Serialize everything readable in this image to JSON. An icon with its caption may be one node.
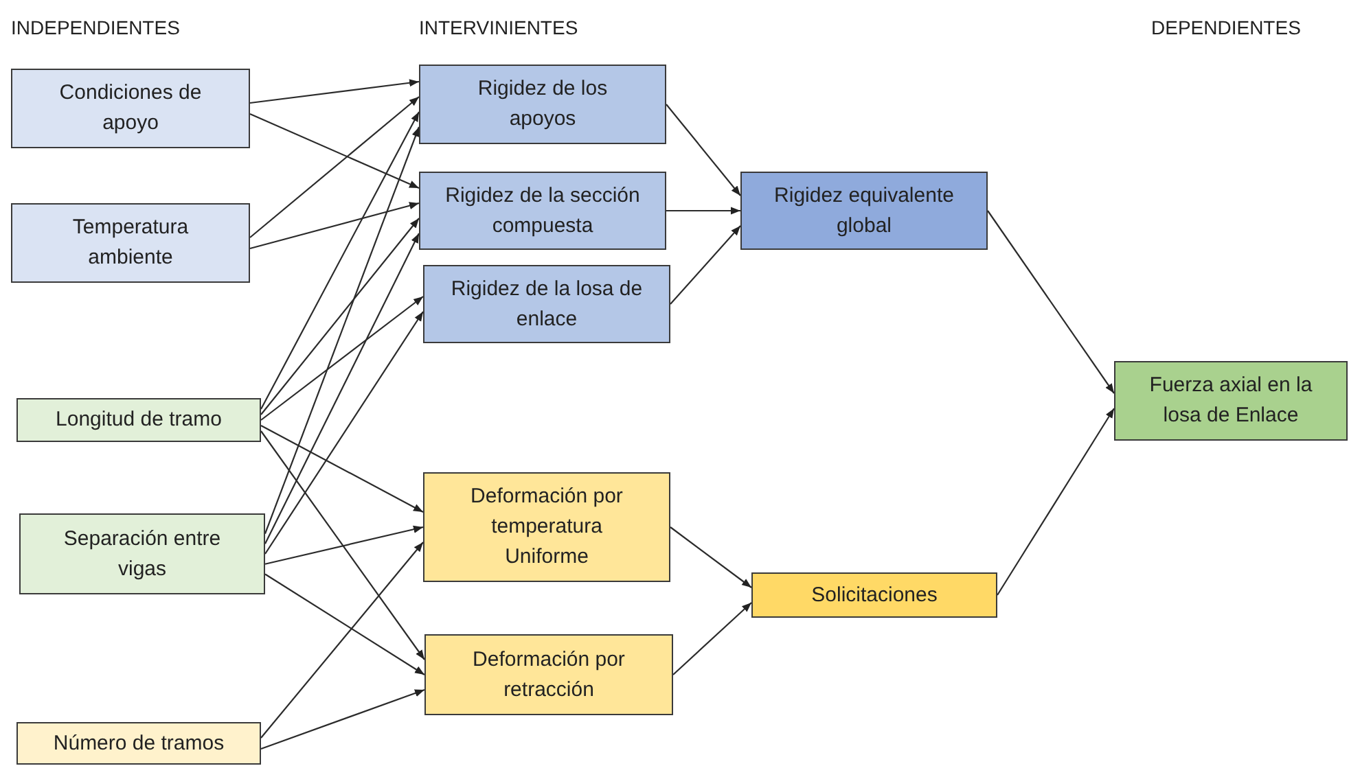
{
  "diagram": {
    "nodes": [
      {
        "text": [
          "Condiciones de apoyo"
        ]
      },
      {
        "text": [
          "Temperatura ambiente"
        ]
      },
      {
        "text": [
          "Longitud de tramo"
        ]
      },
      {
        "text": [
          "Separación entre vigas"
        ]
      },
      {
        "text": [
          "Número de tramos"
        ]
      },
      {
        "text": [
          "Rigidez de los apoyos"
        ]
      },
      {
        "text": [
          "Rigidez de la sección compuesta"
        ]
      },
      {
        "text": [
          "Rigidez de la losa de enlace"
        ]
      },
      {
        "text": [
          "Deformación por temperatura Uniforme"
        ]
      },
      {
        "text": [
          "Deformación por retracción"
        ]
      },
      {
        "text": [
          "Rigidez equivalente global"
        ]
      },
      {
        "text": [
          "Solicitaciones"
        ]
      },
      {
        "text": [
          "Fuerza axial en la losa de Enlace"
        ]
      }
    ],
    "edges": [
      {
        "from": 0,
        "to": 5,
        "arrow": "to"
      },
      {
        "from": 0,
        "to": 6,
        "arrow": "to"
      },
      {
        "from": 1,
        "to": 5,
        "arrow": "to"
      },
      {
        "from": 1,
        "to": 6,
        "arrow": "to"
      },
      {
        "from": 2,
        "to": 5,
        "arrow": "to"
      },
      {
        "from": 2,
        "to": 6,
        "arrow": "to"
      },
      {
        "from": 2,
        "to": 7,
        "arrow": "to"
      },
      {
        "from": 2,
        "to": 8,
        "arrow": "to"
      },
      {
        "from": 2,
        "to": 9,
        "arrow": "to"
      },
      {
        "from": 3,
        "to": 5,
        "arrow": "to"
      },
      {
        "from": 3,
        "to": 6,
        "arrow": "to"
      },
      {
        "from": 3,
        "to": 7,
        "arrow": "to"
      },
      {
        "from": 3,
        "to": 8,
        "arrow": "to"
      },
      {
        "from": 3,
        "to": 9,
        "arrow": "to"
      },
      {
        "from": 4,
        "to": 8,
        "arrow": "to"
      },
      {
        "from": 4,
        "to": 9,
        "arrow": "to"
      },
      {
        "from": 5,
        "to": 10,
        "arrow": "to"
      },
      {
        "from": 6,
        "to": 10,
        "arrow": "to"
      },
      {
        "from": 7,
        "to": 10,
        "arrow": "to"
      },
      {
        "from": 8,
        "to": 11,
        "arrow": "to"
      },
      {
        "from": 9,
        "to": 11,
        "arrow": "to"
      },
      {
        "from": 10,
        "to": 12,
        "arrow": "to"
      },
      {
        "from": 11,
        "to": 12,
        "arrow": "to"
      }
    ],
    "labels": [
      "INDEPENDIENTES",
      "INTERVINIENTES",
      "DEPENDIENTES"
    ]
  }
}
